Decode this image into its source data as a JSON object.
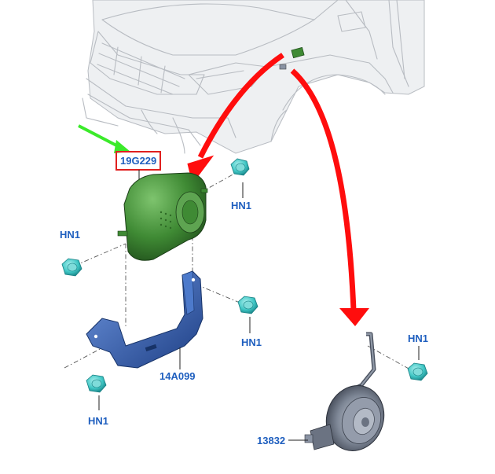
{
  "parts": {
    "module": {
      "part_number": "19G229"
    },
    "bracket": {
      "part_number": "14A099"
    },
    "horn": {
      "part_number": "13832"
    },
    "nut_label": "HN1"
  },
  "colors": {
    "module_green": "#3f8a34",
    "bracket_blue": "#2f5fb0",
    "nut_teal": "#3fc6c4",
    "horn_grey": "#7e8796",
    "label_blue": "#1f5fbf",
    "highlight_box": "#e0201f",
    "pointer_arrow": "#ff0d0d",
    "indicator_arrow": "#3bea2a"
  }
}
